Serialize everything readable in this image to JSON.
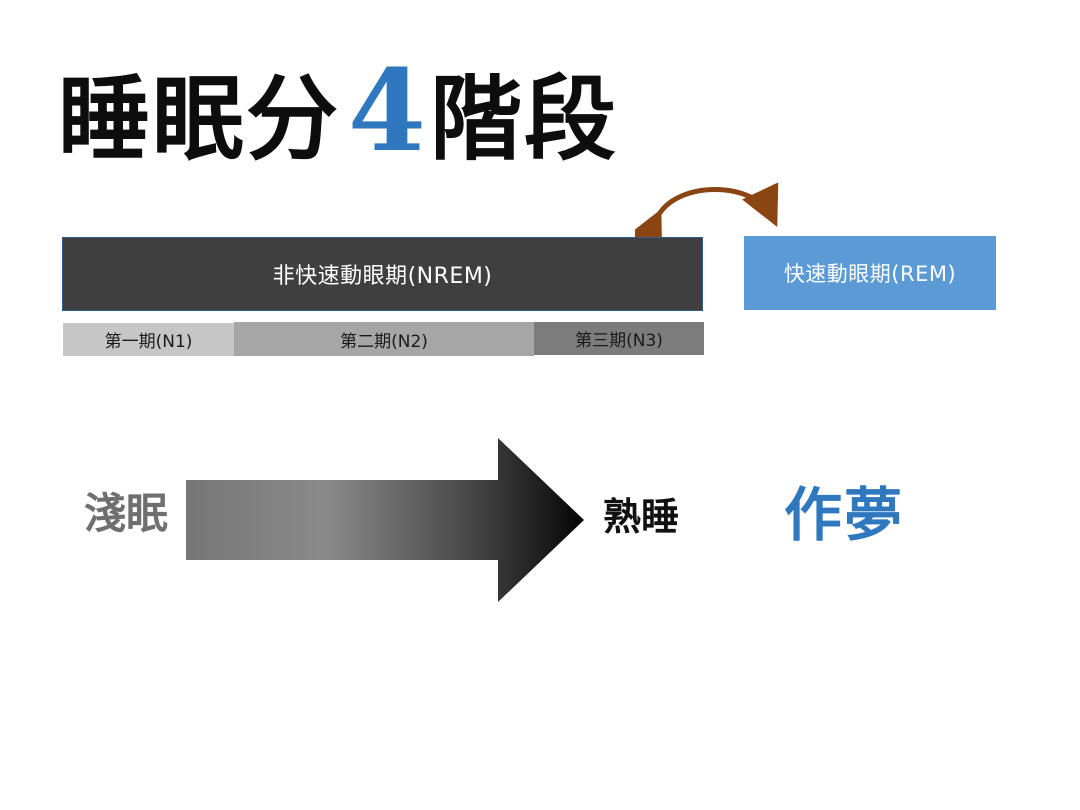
{
  "title": {
    "part1": "睡眠分",
    "number": "4",
    "part2": "階段"
  },
  "stages": {
    "nrem_label": "非快速動眼期(NREM)",
    "rem_label": "快速動眼期(REM)",
    "n1": "第一期(N1)",
    "n2": "第二期(N2)",
    "n3": "第三期(N3)"
  },
  "depth": {
    "light": "淺眠",
    "deep": "熟睡",
    "dream": "作夢"
  },
  "colors": {
    "title": "#0d0d0d",
    "accent_blue": "#2f77bf",
    "nrem_bar": "#3f3f3f",
    "rem_box": "#5b9ad4",
    "n1": "#c6c6c6",
    "n2": "#a6a6a6",
    "n3": "#7c7c7c",
    "cycle_arrow": "#8b4513"
  },
  "icons": {
    "cycle_arrow": "double-headed-curved-arrow",
    "depth_arrow": "gradient-right-arrow"
  }
}
